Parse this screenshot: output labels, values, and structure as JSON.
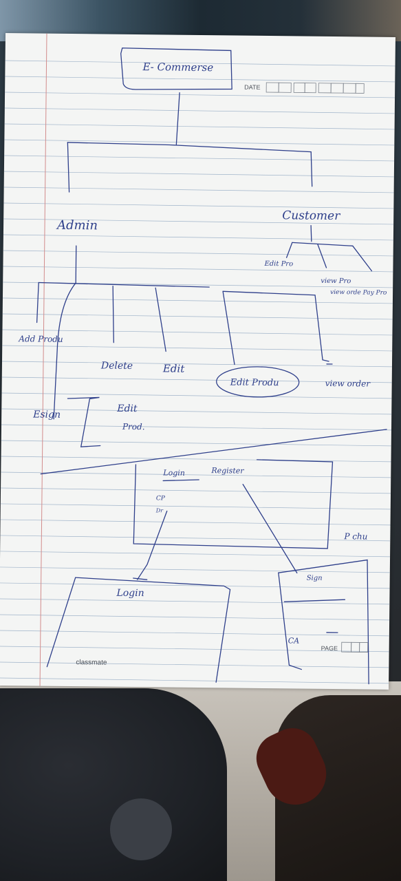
{
  "printed": {
    "date_label": "DATE",
    "page_label": "PAGE",
    "brand": "classmate"
  },
  "root": {
    "label": "E- Commerse"
  },
  "admin": {
    "label": "Admin",
    "children": [
      "Add Produ",
      "Delete",
      "Edit",
      "Edit Produ"
    ],
    "extra": [
      "Esign",
      "Edit",
      "Prod."
    ]
  },
  "customer": {
    "label": "Customer",
    "children": [
      "Edit Pro",
      "view Pro",
      "view orde Pay Pro"
    ],
    "extra": [
      "view order",
      "P chu"
    ]
  },
  "auth": {
    "top": [
      "Login",
      "Register"
    ],
    "boxes": [
      "Login",
      "Sign"
    ],
    "marks": [
      "CP",
      "Dr",
      "CA"
    ]
  },
  "colors": {
    "ink": "#2d3e8a",
    "paper": "#f4f5f4",
    "rule": "#9fb3c9",
    "margin": "#d28b8b"
  }
}
